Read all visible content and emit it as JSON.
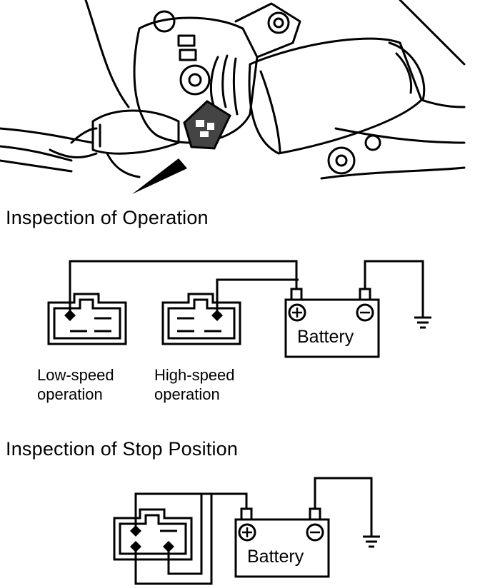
{
  "headings": {
    "operation": "Inspection of Operation",
    "stop_position": "Inspection of Stop Position"
  },
  "captions": {
    "low_speed_line1": "Low-speed",
    "low_speed_line2": "operation",
    "high_speed_line1": "High-speed",
    "high_speed_line2": "operation"
  },
  "battery": {
    "label": "Battery",
    "positive_symbol": "+",
    "negative_symbol": "−"
  },
  "colors": {
    "ink": "#000000",
    "paper": "#ffffff",
    "shade": "#444444"
  }
}
